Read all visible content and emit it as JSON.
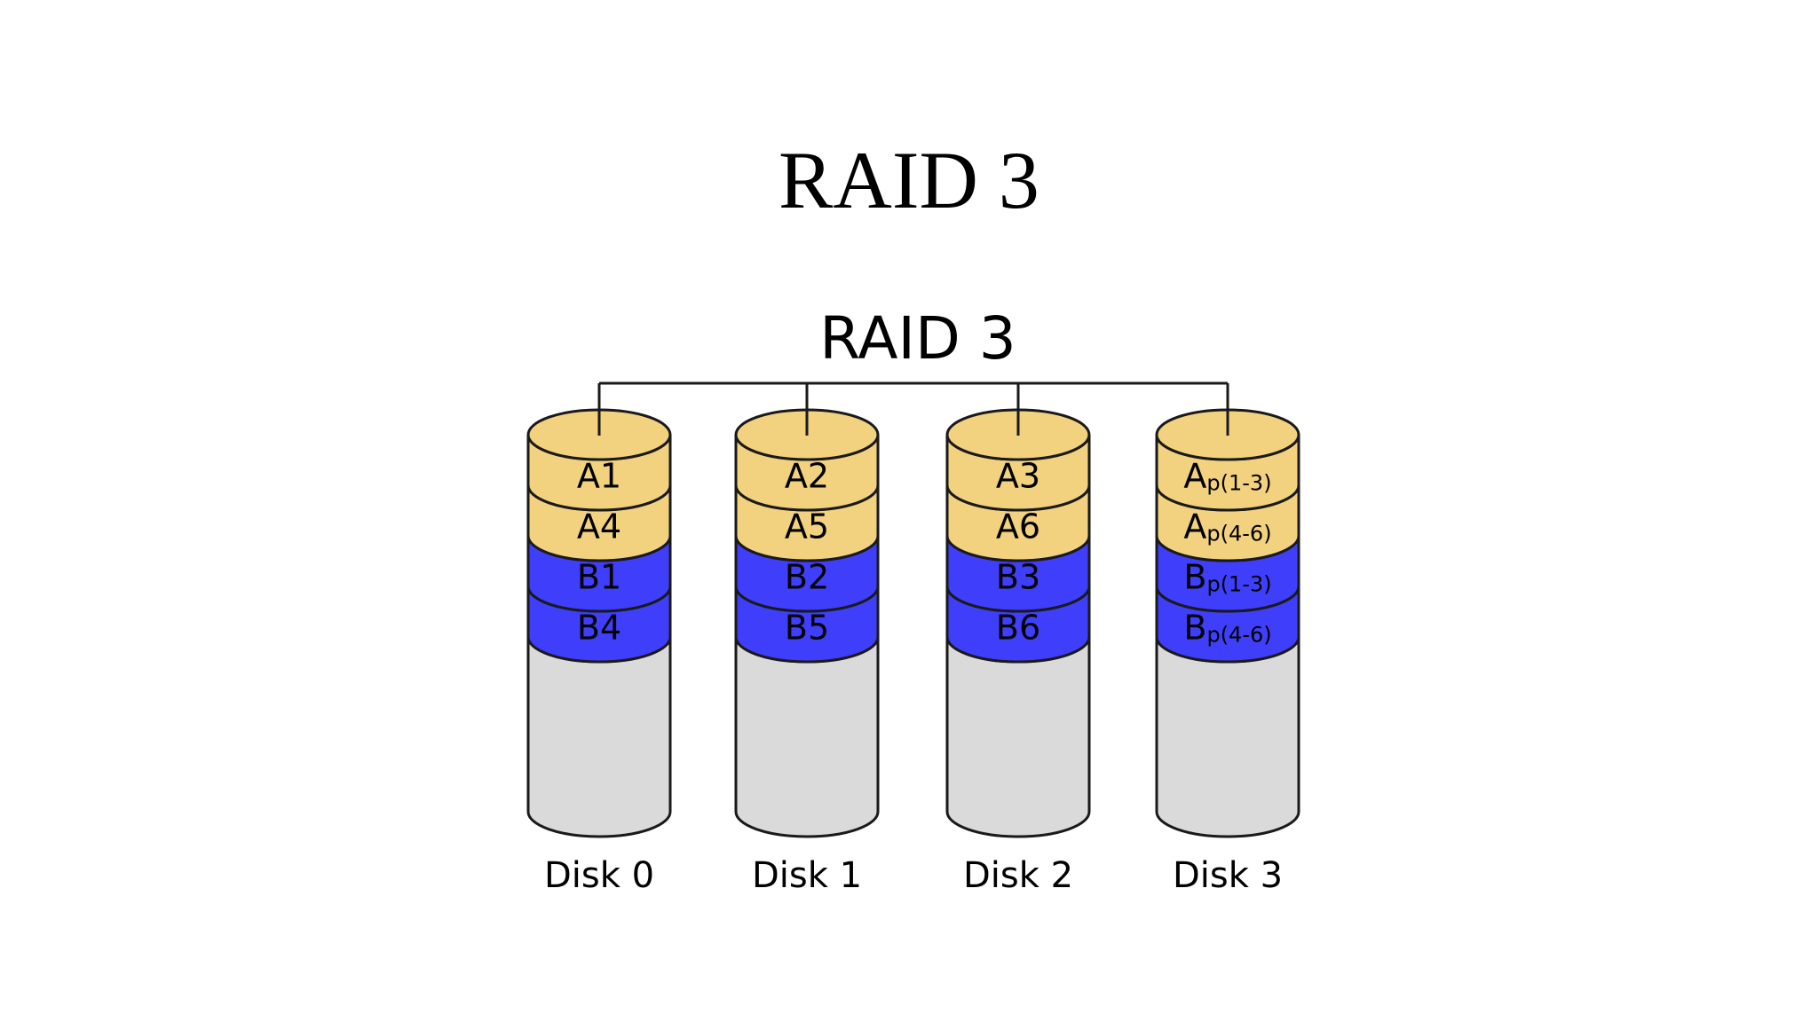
{
  "slide": {
    "title": "RAID 3"
  },
  "diagram": {
    "title": "RAID 3",
    "colors": {
      "block_a": "#f3d27f",
      "block_b": "#3f3ffb",
      "empty": "#dadada",
      "stroke": "#1a1a1a"
    },
    "disks": [
      {
        "label": "Disk 0",
        "blocks": [
          {
            "main": "A1",
            "sub": "",
            "group": "a"
          },
          {
            "main": "A4",
            "sub": "",
            "group": "a"
          },
          {
            "main": "B1",
            "sub": "",
            "group": "b"
          },
          {
            "main": "B4",
            "sub": "",
            "group": "b"
          }
        ]
      },
      {
        "label": "Disk 1",
        "blocks": [
          {
            "main": "A2",
            "sub": "",
            "group": "a"
          },
          {
            "main": "A5",
            "sub": "",
            "group": "a"
          },
          {
            "main": "B2",
            "sub": "",
            "group": "b"
          },
          {
            "main": "B5",
            "sub": "",
            "group": "b"
          }
        ]
      },
      {
        "label": "Disk 2",
        "blocks": [
          {
            "main": "A3",
            "sub": "",
            "group": "a"
          },
          {
            "main": "A6",
            "sub": "",
            "group": "a"
          },
          {
            "main": "B3",
            "sub": "",
            "group": "b"
          },
          {
            "main": "B6",
            "sub": "",
            "group": "b"
          }
        ]
      },
      {
        "label": "Disk 3",
        "blocks": [
          {
            "main": "A",
            "sub": "p(1-3)",
            "group": "a"
          },
          {
            "main": "A",
            "sub": "p(4-6)",
            "group": "a"
          },
          {
            "main": "B",
            "sub": "p(1-3)",
            "group": "b"
          },
          {
            "main": "B",
            "sub": "p(4-6)",
            "group": "b"
          }
        ]
      }
    ]
  }
}
